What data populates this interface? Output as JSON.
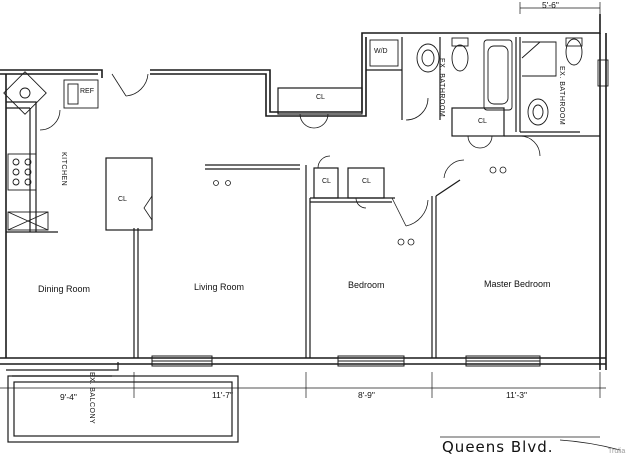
{
  "rooms": {
    "dining": "Dining Room",
    "living": "Living Room",
    "bedroom": "Bedroom",
    "master": "Master Bedroom",
    "kitchen": "KITCHEN",
    "balcony": "EX. BALCONY",
    "ex_bath_1": "EX. BATHROOM",
    "ex_bath_2": "EX. BATHROOM"
  },
  "closets": [
    "CL",
    "CL",
    "CL",
    "CL",
    "CL"
  ],
  "appliances": {
    "refrigerator": "REF",
    "washer_dryer": "W/D"
  },
  "dimensions": {
    "top_width": "5'-6\"",
    "dining_width": "9'-4\"",
    "living_width": "11'-7\"",
    "bedroom_width": "8'-9\"",
    "master_width": "11'-3\""
  },
  "street": "Queens Blvd.",
  "watermark": "Trulia"
}
